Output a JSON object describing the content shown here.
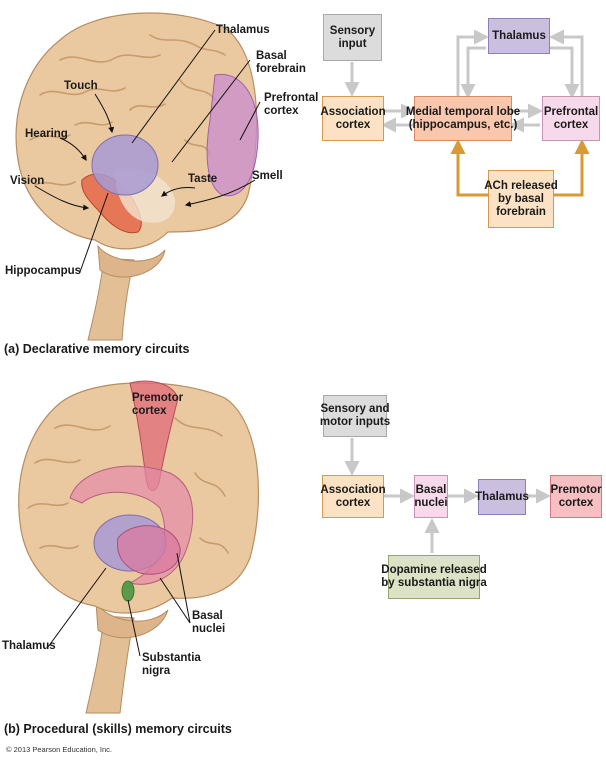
{
  "colors": {
    "gray_box": "#dcdcdc",
    "orange_box": "#fbe2c4",
    "salmon_box": "#f9c7ad",
    "pink_box": "#f6d9ea",
    "purple_box": "#cbbfe0",
    "olive_box": "#dbe2c5",
    "red_box": "#f6bfc2",
    "arrow_gray": "#c8c8c8",
    "arrow_gold": "#d79a35",
    "brain_tan": "#eac9a0"
  },
  "panel_a": {
    "caption": "(a) Declarative memory circuits",
    "brain_labels": {
      "thalamus": "Thalamus",
      "basal_forebrain": "Basal\nforebrain",
      "prefrontal_cortex": "Prefrontal\ncortex",
      "touch": "Touch",
      "hearing": "Hearing",
      "vision": "Vision",
      "taste": "Taste",
      "smell": "Smell",
      "hippocampus": "Hippocampus"
    },
    "flow": {
      "sensory_input": "Sensory\ninput",
      "association_cortex": "Association\ncortex",
      "medial_temporal_lobe": "Medial temporal lobe\n(hippocampus, etc.)",
      "thalamus": "Thalamus",
      "prefrontal_cortex": "Prefrontal\ncortex",
      "ach_released": "ACh released\nby basal\nforebrain"
    }
  },
  "panel_b": {
    "caption": "(b) Procedural (skills) memory circuits",
    "brain_labels": {
      "premotor_cortex": "Premotor\ncortex",
      "thalamus": "Thalamus",
      "basal_nuclei": "Basal\nnuclei",
      "substantia_nigra": "Substantia\nnigra"
    },
    "flow": {
      "sensory_motor_inputs": "Sensory and\nmotor inputs",
      "association_cortex": "Association\ncortex",
      "basal_nuclei": "Basal\nnuclei",
      "thalamus": "Thalamus",
      "premotor_cortex": "Premotor\ncortex",
      "dopamine_released": "Dopamine released\nby substantia nigra"
    }
  },
  "copyright": "© 2013 Pearson Education, Inc."
}
